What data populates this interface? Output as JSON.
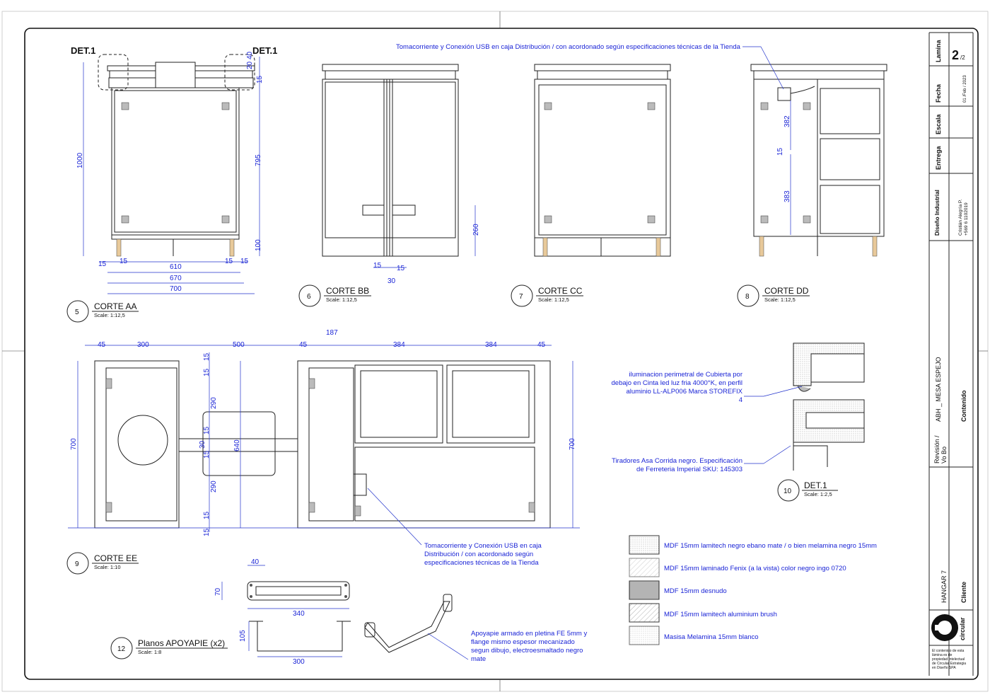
{
  "views": {
    "aa": {
      "number": "5",
      "title": "CORTE AA",
      "scale": "Scale: 1:12,5"
    },
    "bb": {
      "number": "6",
      "title": "CORTE BB",
      "scale": "Scale: 1:12,5"
    },
    "cc": {
      "number": "7",
      "title": "CORTE CC",
      "scale": "Scale: 1:12,5"
    },
    "dd": {
      "number": "8",
      "title": "CORTE DD",
      "scale": "Scale: 1:12,5"
    },
    "ee": {
      "number": "9",
      "title": "CORTE EE",
      "scale": "Scale: 1:10"
    },
    "det": {
      "number": "10",
      "title": "DET.1",
      "scale": "Scale: 1:2,5"
    },
    "apo": {
      "number": "12",
      "title": "Planos APOYAPIE (x2)",
      "scale": "Scale: 1:8"
    }
  },
  "det_tags": {
    "left": "DET.1",
    "right": "DET.1"
  },
  "dims_aa": {
    "h_total": "1000",
    "h_body": "795",
    "h_leg": "100",
    "top_a": "20",
    "top_b": "40",
    "top_c": "15",
    "b15a": "15",
    "b15b": "15",
    "b15c": "15",
    "b15d": "15",
    "w610": "610",
    "w670": "670",
    "w700": "700"
  },
  "dims_bb": {
    "d260": "260",
    "d15a": "15",
    "d15b": "15",
    "d30": "30"
  },
  "dims_dd": {
    "d382": "382",
    "d15": "15",
    "d383": "383"
  },
  "dims_ee": {
    "d45a": "45",
    "d300": "300",
    "d500": "500",
    "d45b": "45",
    "d187": "187",
    "d384a": "384",
    "d384b": "384",
    "d45c": "45",
    "v700l": "700",
    "v700r": "700",
    "v15a": "15",
    "v15b": "15",
    "v290a": "290",
    "v15c": "15",
    "v30": "30",
    "v640": "640",
    "v15d": "15",
    "v290b": "290",
    "v15e": "15",
    "v15f": "15"
  },
  "dims_apo": {
    "d40": "40",
    "d70": "70",
    "d340": "340",
    "d105": "105",
    "d300": "300"
  },
  "notes": {
    "usb_top": "Tomacorriente y Conexión USB en caja Distribución / con acordonado según especificaciones técnicas de la Tienda",
    "usb_mid_1": "Tomacorriente y Conexión USB en caja",
    "usb_mid_2": "Distribución / con acordonado según",
    "usb_mid_3": "especificaciones técnicas de la Tienda",
    "ilum_1": "iluminacion perimetral de Cubierta por",
    "ilum_2": "debajo en Cinta led luz fria 4000°K, en perfil",
    "ilum_3": "aluminio LL-ALP006 Marca STOREFIX",
    "ilum_4": "4",
    "tir_1": "Tiradores Asa Corrida negro. Especificación",
    "tir_2": "de Ferreteria Imperial SKU: 145303",
    "apo_1": "Apoyapie armado en pletina FE 5mm y",
    "apo_2": "flange mismo espesor mecanizado",
    "apo_3": "segun dibujo, electroesmaltado negro",
    "apo_4": "mate"
  },
  "legend": [
    {
      "label": "MDF 15mm lamitech negro ebano mate / o bien melamina negro 15mm"
    },
    {
      "label": "MDF 15mm laminado Fenix (a la vista) color negro ingo 0720"
    },
    {
      "label": "MDF 15mm desnudo"
    },
    {
      "label": "MDF 15mm lamitech aluminium brush"
    },
    {
      "label": "Masisa Melamina 15mm blanco"
    }
  ],
  "titleblock": {
    "lamina_label": "Lamina",
    "lamina_num": "2",
    "lamina_total": "/2",
    "fecha_label": "Fecha",
    "fecha_value": "01 /Feb / 2023",
    "escala_label": "Escala",
    "entrega_label": "Entrega",
    "disenio_label": "Diseño Industrial",
    "disenio_name": "Cristián Alegría P.",
    "disenio_phone": "+569 6 1102019",
    "revision_label": "Revisión  /",
    "vobo_label": "Vo Bo",
    "project": "ABH _ MESA ESPEJO",
    "contenido_label": "Contenido",
    "client_name": "HANGAR 7",
    "cliente_label": "Cliente",
    "logo_text": "circular",
    "disclaimer_1": "El contenido de esta",
    "disclaimer_2": "lámina es de",
    "disclaimer_3": "propiedad intelectual",
    "disclaimer_4": "de Circular Estrategia",
    "disclaimer_5": "en Diseño SPA"
  }
}
